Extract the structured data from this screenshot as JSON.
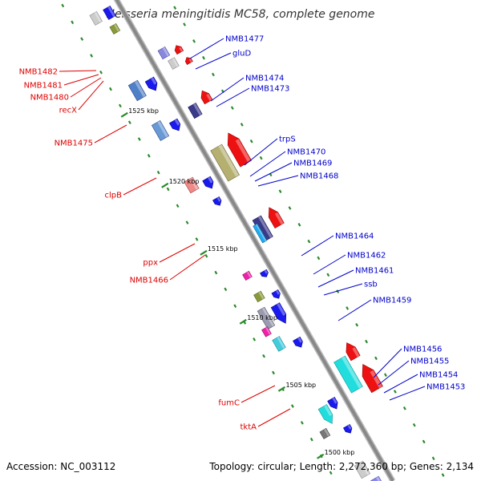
{
  "title": "Neisseria meningitidis MC58, complete genome",
  "footer": {
    "accession": "Accession: NC_003112",
    "summary": "Topology: circular; Length: 2,272,360 bp; Genes: 2,134"
  },
  "colors": {
    "forward_label": "#0000cc",
    "reverse_label": "#dd0000",
    "backbone": "#888888",
    "tick_dots": "#2a8a2a"
  },
  "ticks": [
    {
      "label": "1525 kbp",
      "kbp": 1525
    },
    {
      "label": "1520 kbp",
      "kbp": 1520
    },
    {
      "label": "1515 kbp",
      "kbp": 1515
    },
    {
      "label": "1510 kbp",
      "kbp": 1510
    },
    {
      "label": "1505 kbp",
      "kbp": 1505
    },
    {
      "label": "1500 kbp",
      "kbp": 1500
    }
  ],
  "forward_genes": [
    {
      "label": "NMB1477"
    },
    {
      "label": "gluD"
    },
    {
      "label": "NMB1474"
    },
    {
      "label": "NMB1473"
    },
    {
      "label": "trpS"
    },
    {
      "label": "NMB1470"
    },
    {
      "label": "NMB1469"
    },
    {
      "label": "NMB1468"
    },
    {
      "label": "NMB1464"
    },
    {
      "label": "NMB1462"
    },
    {
      "label": "NMB1461"
    },
    {
      "label": "ssb"
    },
    {
      "label": "NMB1459"
    },
    {
      "label": "NMB1456"
    },
    {
      "label": "NMB1455"
    },
    {
      "label": "NMB1454"
    },
    {
      "label": "NMB1453"
    }
  ],
  "reverse_genes": [
    {
      "label": "NMB1482"
    },
    {
      "label": "NMB1481"
    },
    {
      "label": "NMB1480"
    },
    {
      "label": "recX"
    },
    {
      "label": "NMB1475"
    },
    {
      "label": "clpB"
    },
    {
      "label": "ppx"
    },
    {
      "label": "NMB1466"
    },
    {
      "label": "fumC"
    },
    {
      "label": "tktA"
    }
  ]
}
